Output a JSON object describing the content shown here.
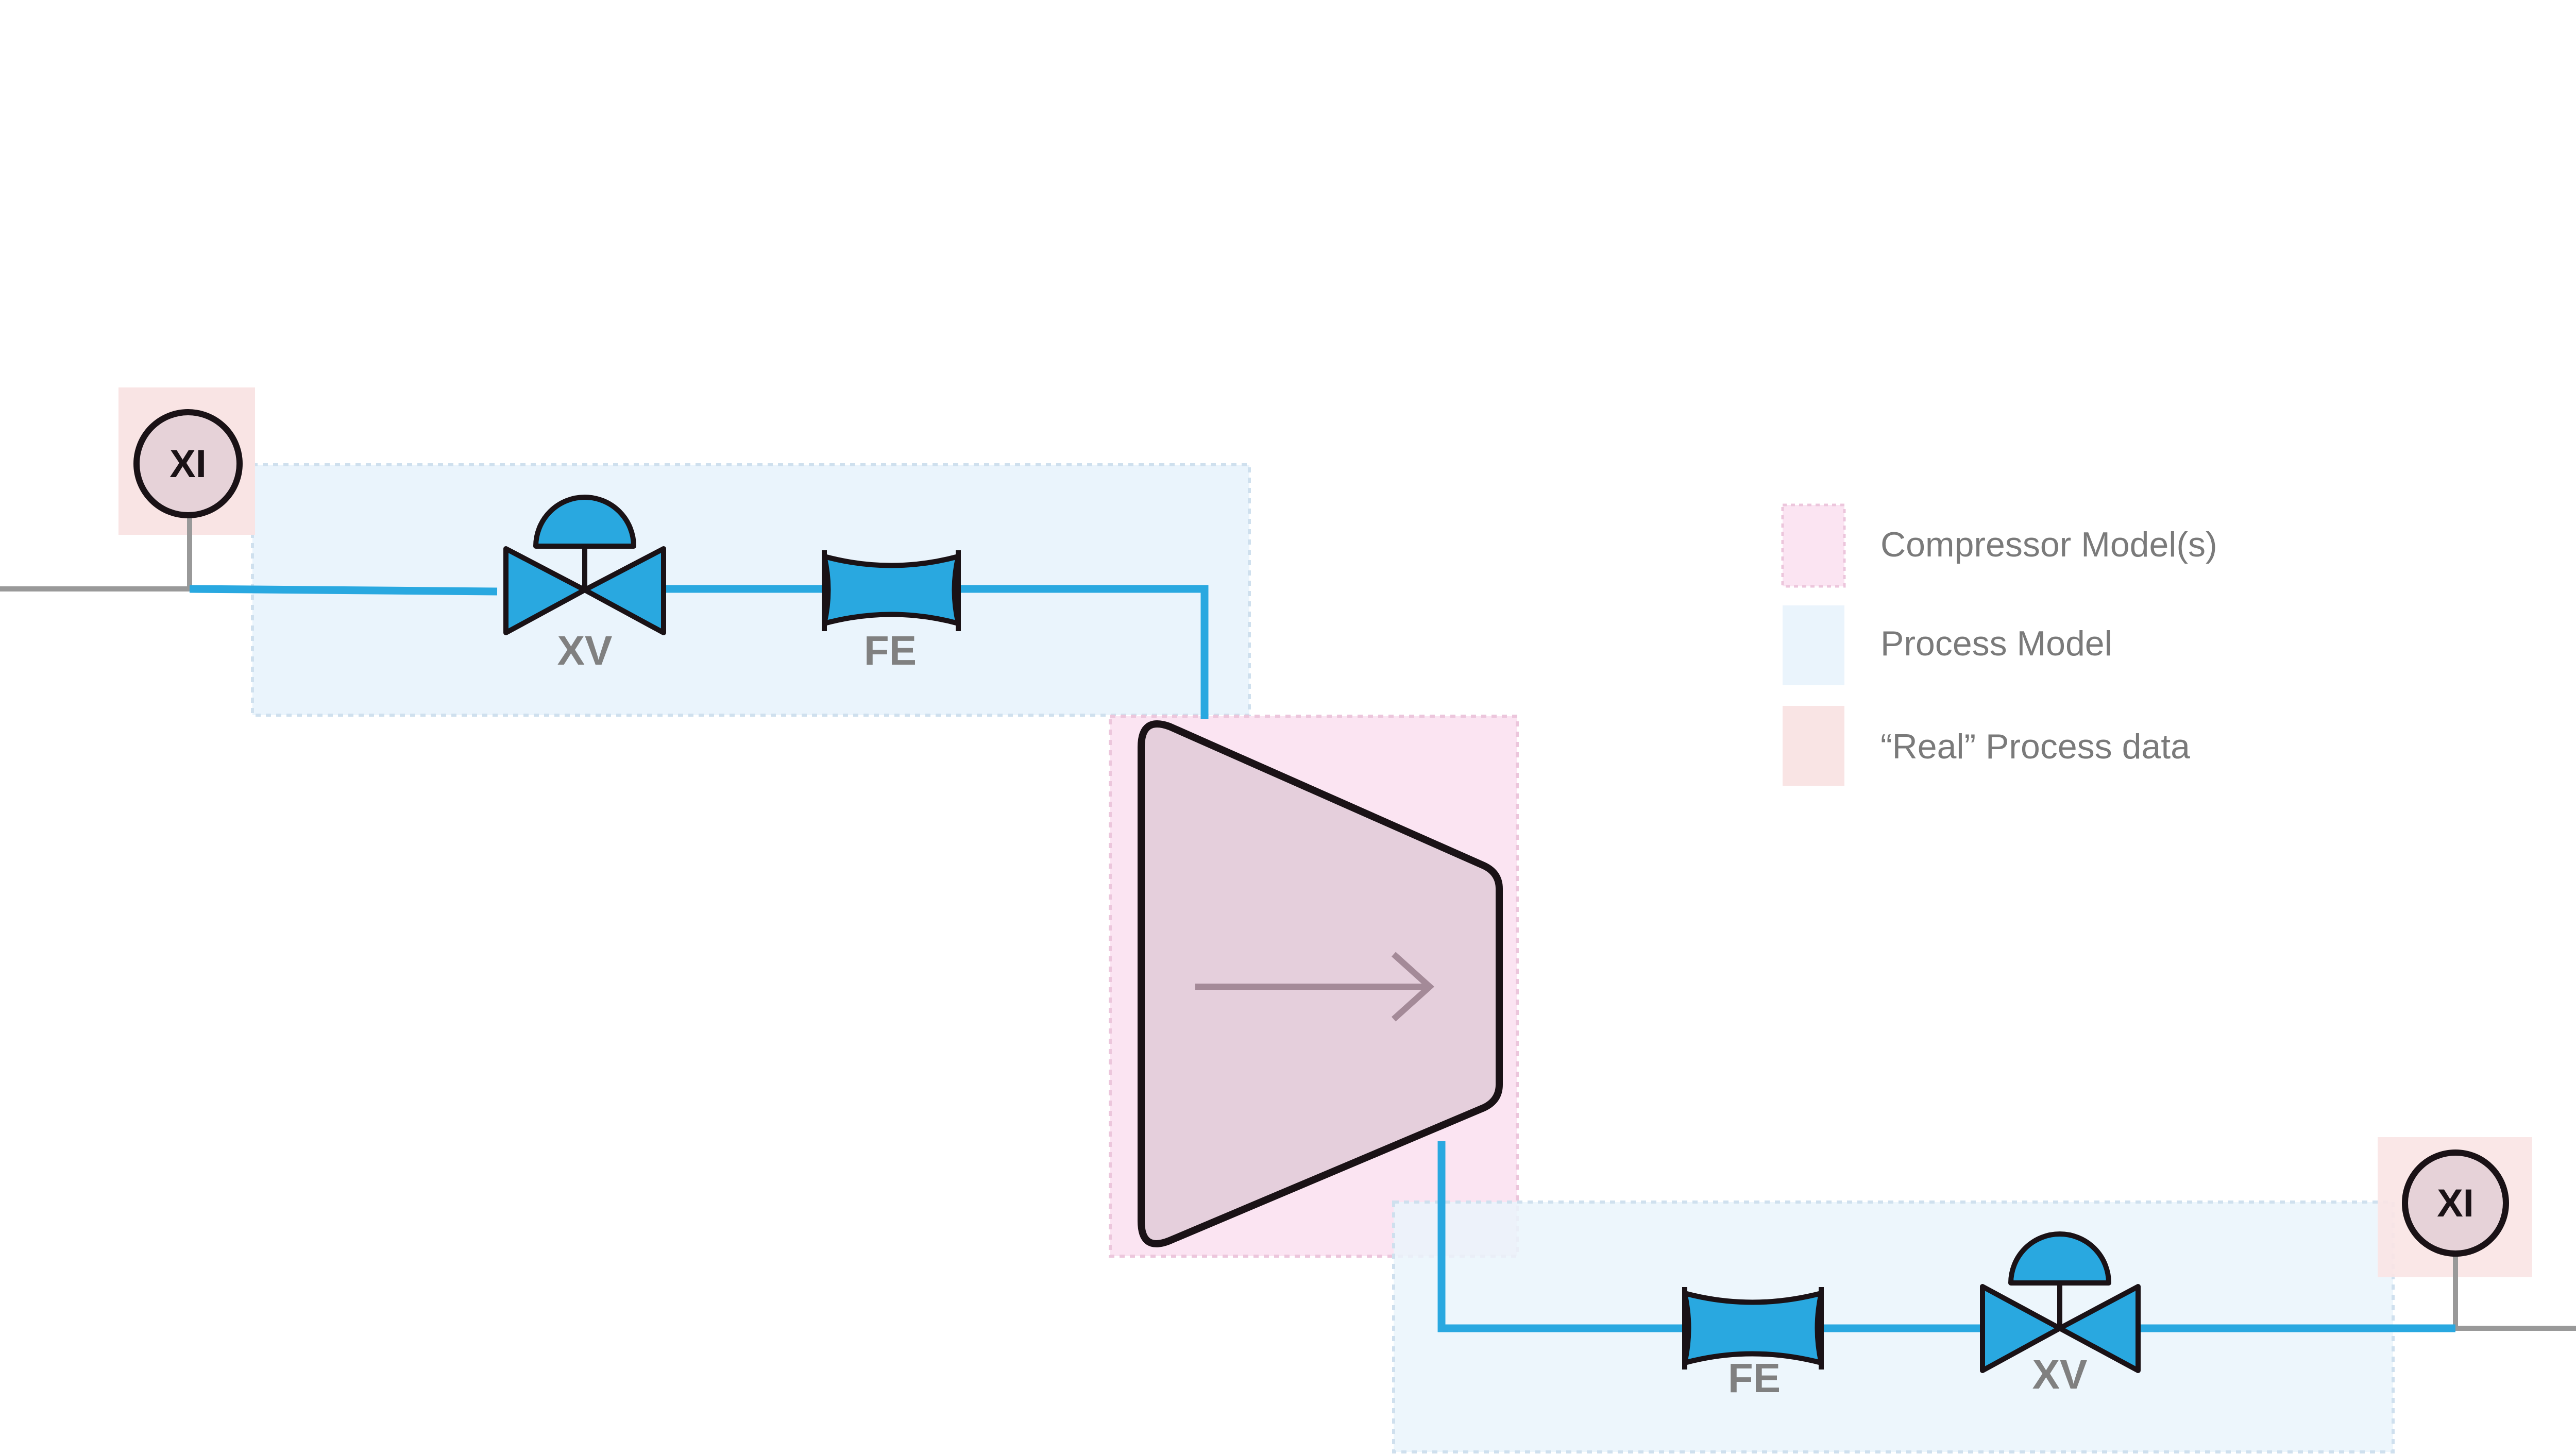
{
  "colors": {
    "compressor_zone": "#fbe4f2",
    "process_zone": "#eaf4fc",
    "real_data_zone": "#f9e4e4",
    "pipe": "#29a8e0",
    "signal_line": "#999999",
    "instrument_fill": "#e6d2d8",
    "compressor_fill": "#e5cfdc",
    "compressor_arrow": "#a48a98"
  },
  "inlet": {
    "indicator": {
      "label": "XI",
      "icon": "indicator-circle-icon"
    },
    "valve": {
      "label": "XV",
      "icon": "actuated-valve-icon"
    },
    "flow_element": {
      "label": "FE",
      "icon": "flow-element-icon"
    }
  },
  "compressor": {
    "icon": "compressor-icon",
    "arrow_icon": "flow-arrow-icon"
  },
  "outlet": {
    "flow_element": {
      "label": "FE",
      "icon": "flow-element-icon"
    },
    "valve": {
      "label": "XV",
      "icon": "actuated-valve-icon"
    },
    "indicator": {
      "label": "XI",
      "icon": "indicator-circle-icon"
    }
  },
  "legend": {
    "items": [
      {
        "label": "Compressor Model(s)",
        "color": "#fbe4f2"
      },
      {
        "label": "Process Model",
        "color": "#eaf4fc"
      },
      {
        "label": "“Real” Process data",
        "color": "#f9e4e4"
      }
    ]
  }
}
